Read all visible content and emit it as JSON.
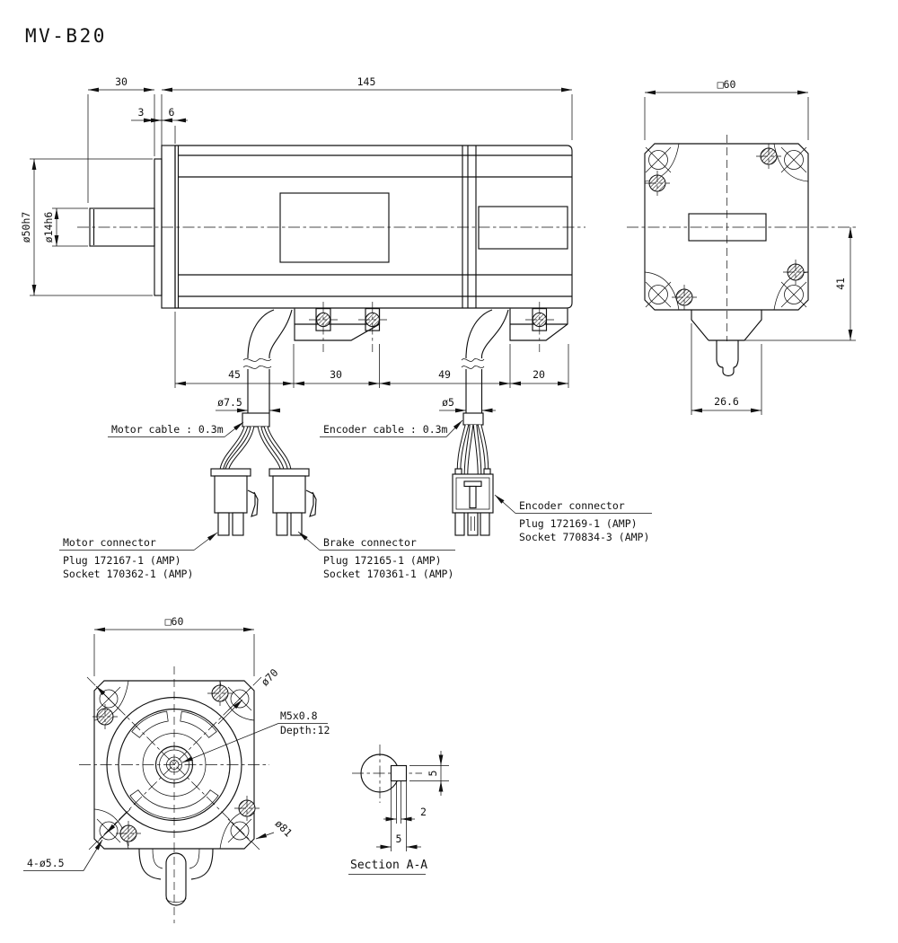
{
  "title": "MV-B20",
  "side": {
    "dim_30": "30",
    "dim_145": "145",
    "dim_3": "3",
    "dim_6": "6",
    "dim_boss": "ø50h7",
    "dim_shaft": "ø14h6",
    "dim_45": "45",
    "dim_30b": "30",
    "dim_49": "49",
    "dim_20": "20",
    "dim_motor_cable_dia": "ø7.5",
    "dim_encoder_cable_dia": "ø5",
    "motor_cable_label": "Motor cable : 0.3m",
    "encoder_cable_label": "Encoder cable : 0.3m"
  },
  "connectors": {
    "motor": {
      "title": "Motor connector",
      "plug": "Plug 172167-1 (AMP)",
      "socket": "Socket 170362-1 (AMP)"
    },
    "brake": {
      "title": "Brake connector",
      "plug": "Plug 172165-1 (AMP)",
      "socket": "Socket 170361-1 (AMP)"
    },
    "encoder": {
      "title": "Encoder connector",
      "plug": "Plug 172169-1 (AMP)",
      "socket": "Socket 770834-3 (AMP)"
    }
  },
  "rear": {
    "dim_width": "□60",
    "dim_41": "41",
    "dim_266": "26.6"
  },
  "front": {
    "dim_width": "□60",
    "dim_bolt_circle": "ø70",
    "dim_tap": "M5x0.8",
    "dim_depth": "Depth:12",
    "dim_diagonal": "ø81",
    "dim_holes": "4-ø5.5"
  },
  "section": {
    "title": "Section A-A",
    "dim_key_height": "5",
    "dim_offset": "2",
    "dim_key_width": "5"
  },
  "colors": {
    "line": "#111111",
    "background": "#ffffff"
  }
}
